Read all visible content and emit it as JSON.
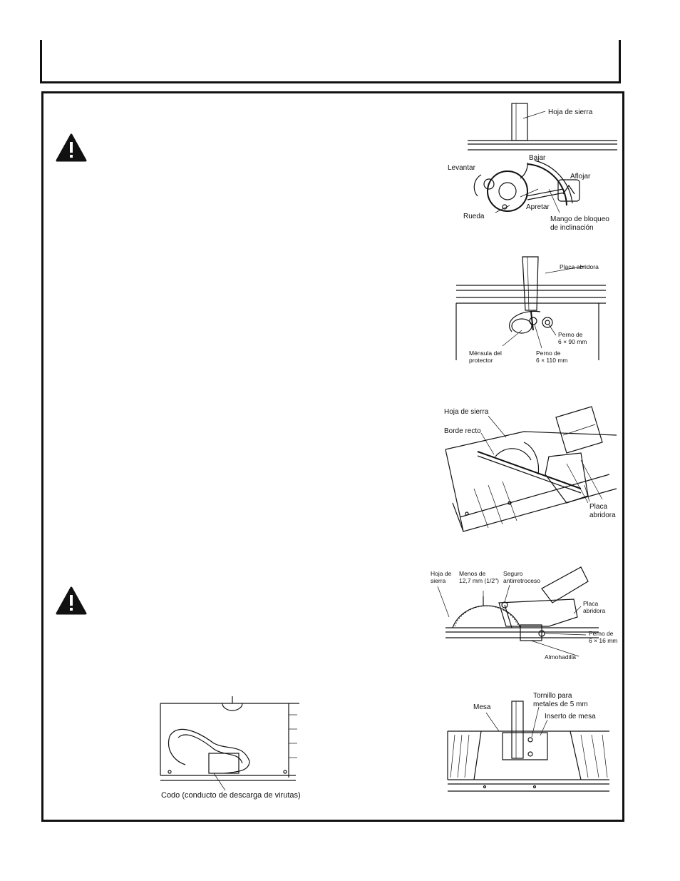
{
  "figures": {
    "blade_height": {
      "blade": "Hoja de sierra",
      "lower": "Bajar",
      "raise": "Levantar",
      "loosen": "Aflojar",
      "wheel": "Rueda",
      "tighten": "Apretar",
      "bevel_lock_1": "Mango de bloqueo",
      "bevel_lock_2": "de inclinación"
    },
    "splitter_mount": {
      "splitter": "Placa abridora",
      "bolt_90_1": "Perno de",
      "bolt_90_2": "6 × 90 mm",
      "bracket_1": "Ménsula del",
      "bracket_2": "protector",
      "bolt_110_1": "Perno de",
      "bolt_110_2": "6 × 110 mm"
    },
    "alignment": {
      "blade": "Hoja de sierra",
      "straight_edge": "Borde recto",
      "splitter_1": "Placa",
      "splitter_2": "abridora"
    },
    "kickback": {
      "blade_1": "Hoja de",
      "blade_2": "sierra",
      "less_1": "Menos de",
      "less_2": "12,7 mm (1/2\")",
      "pawl_1": "Seguro",
      "pawl_2": "antirretroceso",
      "splitter_1": "Placa",
      "splitter_2": "abridora",
      "bolt_1": "Perno de",
      "bolt_2": "6 × 16 mm",
      "pad": "Almohadilla"
    },
    "insert": {
      "screw_1": "Tornillo para",
      "screw_2": "metales de 5 mm",
      "table": "Mesa",
      "insert": "Inserto de mesa"
    },
    "elbow": {
      "caption": "Codo (conducto de descarga de virutas)"
    }
  }
}
